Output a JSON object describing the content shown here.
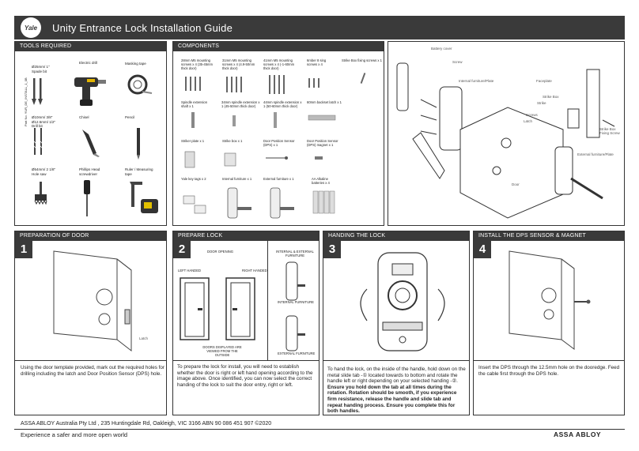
{
  "header": {
    "logo": "Yale",
    "title": "Unity Entrance Lock Installation Guide"
  },
  "tools": {
    "heading": "TOOLS REQUIRED",
    "part_no": "Part No. YUR_DE_INSTALL_1_0B",
    "items": [
      {
        "label": "Ø25mm/ 1\" Spade bit",
        "icon": "spade-bit-icon"
      },
      {
        "label": "Electric drill",
        "icon": "drill-icon"
      },
      {
        "label": "Masking tape",
        "icon": "tape-icon"
      },
      {
        "label": "Ø10mm/ 3/8\" Ø12.5mm/ 1/2\" Drill bit",
        "icon": "drill-bit-icon"
      },
      {
        "label": "Chisel",
        "icon": "chisel-icon"
      },
      {
        "label": "Pencil",
        "icon": "pencil-icon"
      },
      {
        "label": "Ø54mm/ 2 1/8\" Hole saw",
        "icon": "hole-saw-icon"
      },
      {
        "label": "Phillips Head screwdriver",
        "icon": "screwdriver-icon"
      },
      {
        "label": "Ruler / Measuring tape",
        "icon": "measuring-tape-icon"
      }
    ]
  },
  "components": {
    "heading": "COMPONENTS",
    "items": [
      {
        "label": "28mm M5 mounting screws x 4 (35-45mm thick door)"
      },
      {
        "label": "31mm M5 mounting screws x 4 (4.9-50mm thick door)"
      },
      {
        "label": "41mm M5 mounting screws x 4 (-1-60mm thick door)"
      },
      {
        "label": "6mber 8 sing screws x 4"
      },
      {
        "label": "Strike Box fixing screws x 1"
      },
      {
        "label": "Spindle extension shaft x 1"
      },
      {
        "label": "34mm spindle extension x 1 (45-50mm thick door)"
      },
      {
        "label": "44mm spindle extension x 1 (50-60mm thick door)"
      },
      {
        "label": "60mm backset latch x 1"
      },
      {
        "label": "Striker plate x 1"
      },
      {
        "label": "Strike box x 1"
      },
      {
        "label": "Door Position Sensor (DPS) x 1"
      },
      {
        "label": "Door Position Sensor (DPS) magnet x 1"
      },
      {
        "label": "Yale key tags x 2"
      },
      {
        "label": "Internal furniture x 1"
      },
      {
        "label": "External furniture x 1"
      },
      {
        "label": "AA Alkaline batteries x 4"
      }
    ]
  },
  "diagram": {
    "labels": [
      "Battery cover",
      "Screw",
      "Internal furniture/Plate",
      "Faceplate",
      "Strike Box",
      "Strike",
      "Screws",
      "Latch",
      "Strike Box Fixing Screw",
      "External furniture/Plate",
      "Door"
    ]
  },
  "steps": [
    {
      "heading": "PREPARATION OF DOOR",
      "number": "1",
      "callout": "Latch",
      "desc": "Using the door template provided, mark out the required holes for drilling including the latch and Door Position Sensor (DPS) hole."
    },
    {
      "heading": "PREPARE LOCK",
      "number": "2",
      "door_opening": "DOOR OPENING",
      "left_handed": "LEFT HANDED",
      "right_handed": "RIGHT HANDED",
      "viewed": "DOORS DISPLAYED ARE VIEWED FROM THE OUTSIDE",
      "int_ext": "INTERNAL & EXTERNAL FURNITURE",
      "internal": "INTERNAL FURNITURE",
      "external": "EXTERNAL FURNITURE",
      "desc": "To prepare the lock for install, you will need to establish whether the door is right or left hand opening according to the image above. Once identified, you can now select the correct handing of the lock to suit the door entry, right or left."
    },
    {
      "heading": "HANDING THE LOCK",
      "number": "3",
      "desc_normal": "To hand the lock, on the inside of the handle, hold down on the metal slide tab -① located towards to bottom and rotate the handle left or right depending on your selected handing -②.",
      "desc_bold": "Ensure you hold down the tab at all times during the rotation. Rotation should be smooth, if you experience firm resistance, release the handle and slide tab and repeat handing process. Ensure you complete this for both handles."
    },
    {
      "heading": "INSTALL THE DPS SENSOR & MAGNET",
      "number": "4",
      "desc": "Insert the DPS through the 12.5mm hole on the dooredge. Feed the cable first through the DPS hole."
    }
  ],
  "footer": {
    "company": "ASSA ABLOY Australia Pty Ltd , 235 Huntingdale Rd, Oakleigh, VIC 3166  ABN 90 086 451 907  ©2020",
    "tagline": "Experience a safer and more open world",
    "brand": "ASSA ABLOY"
  }
}
